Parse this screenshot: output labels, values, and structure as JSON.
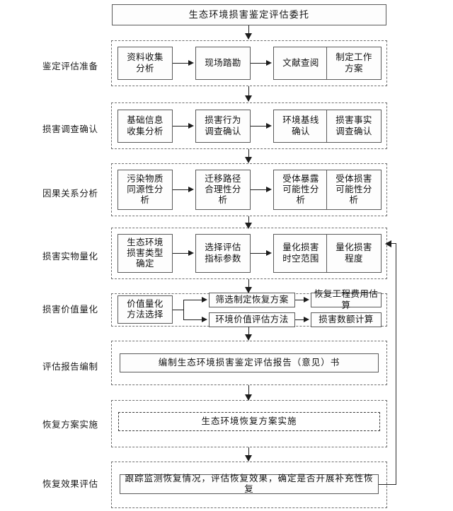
{
  "diagram": {
    "title": "生态环境损害鉴定评估委托",
    "entry_node": "生态环境损害鉴定评估委托",
    "stages": [
      {
        "id": "stage-preparation",
        "label": "鉴定评估准备",
        "nodes": [
          "资料收集分析",
          "现场踏勘",
          "文献查阅",
          "制定工作方案"
        ],
        "node_lines": [
          [
            "资料收集",
            "分析"
          ],
          [
            "现场踏勘"
          ],
          [
            "文献查阅"
          ],
          [
            "制定工作",
            "方案"
          ]
        ]
      },
      {
        "id": "stage-investigation",
        "label": "损害调查确认",
        "nodes": [
          "基础信息收集分析",
          "损害行为调查确认",
          "环境基线确认",
          "损害事实调查确认"
        ],
        "node_lines": [
          [
            "基础信息",
            "收集分析"
          ],
          [
            "损害行为",
            "调查确认"
          ],
          [
            "环境基线",
            "确认"
          ],
          [
            "损害事实",
            "调查确认"
          ]
        ]
      },
      {
        "id": "stage-causation",
        "label": "因果关系分析",
        "nodes": [
          "污染物质同源性分析",
          "迁移路径合理性分析",
          "受体暴露可能性分析",
          "受体损害可能性分析"
        ],
        "node_lines": [
          [
            "污染物质",
            "同源性分",
            "析"
          ],
          [
            "迁移路径",
            "合理性分",
            "析"
          ],
          [
            "受体暴露",
            "可能性分",
            "析"
          ],
          [
            "受体损害",
            "可能性分",
            "析"
          ]
        ]
      },
      {
        "id": "stage-physical-quantification",
        "label": "损害实物量化",
        "nodes": [
          "生态环境损害类型确定",
          "选择评估指标参数",
          "量化损害时空范围",
          "量化损害程度"
        ],
        "node_lines": [
          [
            "生态环境",
            "损害类型",
            "确定"
          ],
          [
            "选择评估",
            "指标参数"
          ],
          [
            "量化损害",
            "时空范围"
          ],
          [
            "量化损害",
            "程度"
          ]
        ]
      },
      {
        "id": "stage-value-quantification",
        "label": "损害价值量化",
        "nodes": [
          "价值量化方法选择",
          "筛选制定恢复方案",
          "恢复工程费用估算",
          "环境价值评估方法",
          "损害数额计算"
        ],
        "node_lines": [
          [
            "价值量化",
            "方法选择"
          ],
          [
            "筛选制定恢复方案"
          ],
          [
            "恢复工程费用估算"
          ],
          [
            "环境价值评估方法"
          ],
          [
            "损害数额计算"
          ]
        ]
      },
      {
        "id": "stage-report",
        "label": "评估报告编制",
        "nodes": [
          "编制生态环境损害鉴定评估报告（意见）书"
        ]
      },
      {
        "id": "stage-restoration",
        "label": "恢复方案实施",
        "nodes": [
          "生态环境恢复方案实施"
        ]
      },
      {
        "id": "stage-effect-evaluation",
        "label": "恢复效果评估",
        "nodes": [
          "跟踪监测恢复情况，评估恢复效果，确定是否开展补充性恢复"
        ]
      }
    ],
    "colors": {
      "node_border": "#5a5a5a",
      "stage_border": "#6f6f6f",
      "connector": "#1d1d1d",
      "text": "#111111",
      "background": "#ffffff"
    }
  }
}
